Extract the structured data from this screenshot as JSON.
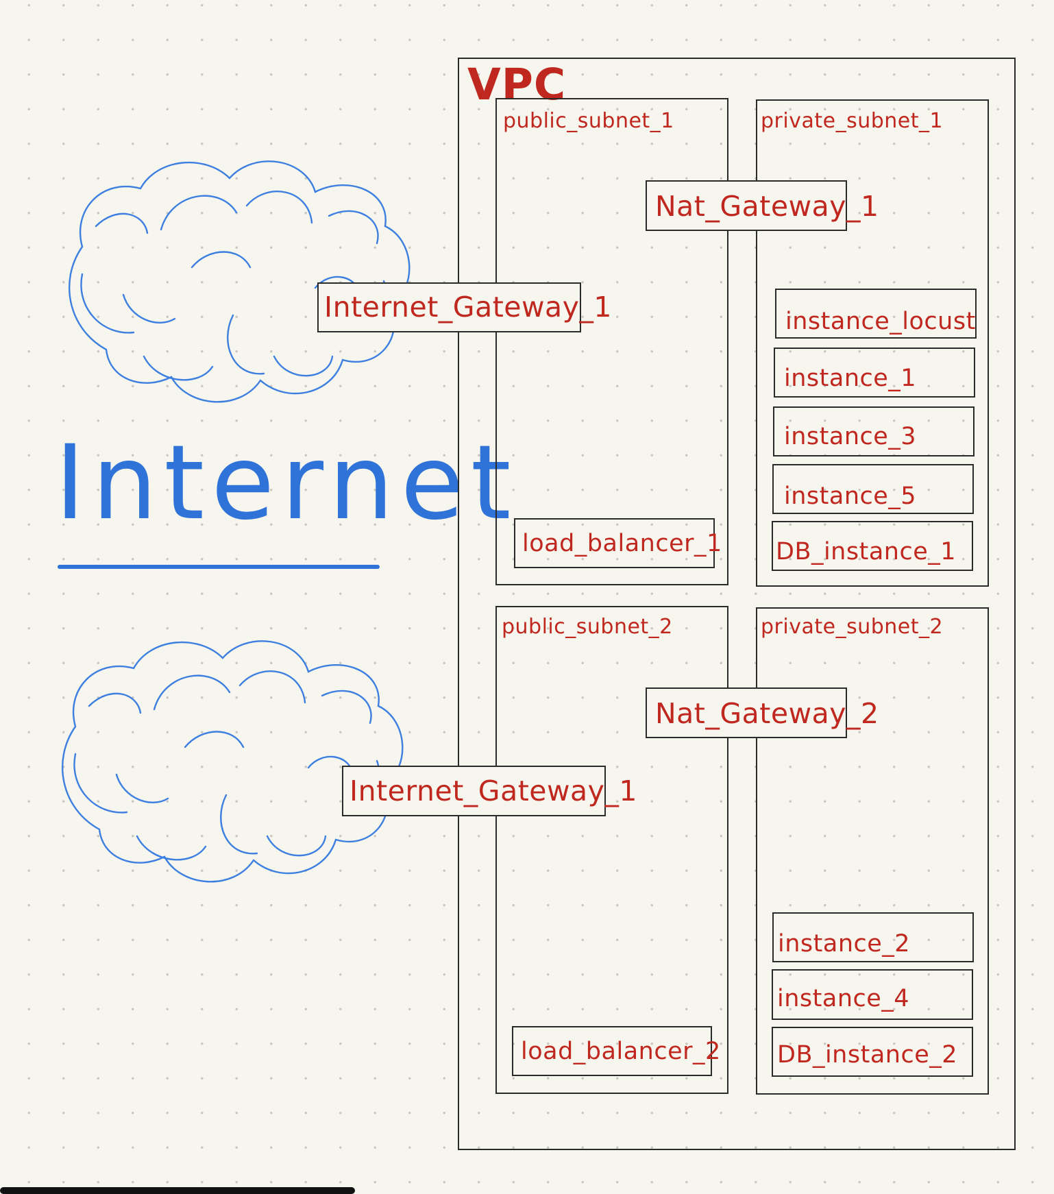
{
  "internet": {
    "label": "Internet"
  },
  "vpc": {
    "label": "VPC",
    "public_subnet_1": {
      "label": "public_subnet_1",
      "load_balancer": "load_balancer_1"
    },
    "private_subnet_1": {
      "label": "private_subnet_1",
      "instances": [
        "instance_locust",
        "instance_1",
        "instance_3",
        "instance_5",
        "DB_instance_1"
      ]
    },
    "public_subnet_2": {
      "label": "public_subnet_2",
      "load_balancer": "load_balancer_2"
    },
    "private_subnet_2": {
      "label": "private_subnet_2",
      "instances": [
        "instance_2",
        "instance_4",
        "DB_instance_2"
      ]
    },
    "nat_gateway_1": "Nat_Gateway_1",
    "nat_gateway_2": "Nat_Gateway_2"
  },
  "internet_gateway_top": "Internet_Gateway_1",
  "internet_gateway_bottom": "Internet_Gateway_1",
  "colors": {
    "ink_red": "#c0281f",
    "ink_blue": "#2f73d9",
    "line": "#2a2a2a",
    "paper": "#f6f5ee"
  }
}
